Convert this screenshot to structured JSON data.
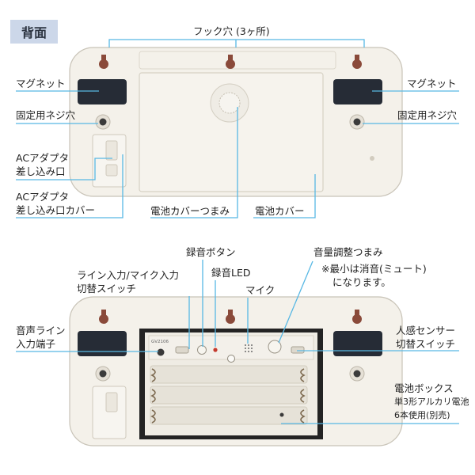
{
  "section_title": "背面",
  "top": {
    "hook_holes": "フック穴 (3ヶ所)",
    "magnet_left": "マグネット",
    "magnet_right": "マグネット",
    "screw_left": "固定用ネジ穴",
    "screw_right": "固定用ネジ穴",
    "ac_port": [
      "ACアダプタ",
      "差し込み口"
    ],
    "ac_cover": [
      "ACアダプタ",
      "差し込み口カバー"
    ],
    "battery_knob": "電池カバーつまみ",
    "battery_cover": "電池カバー"
  },
  "bottom": {
    "rec_button": "録音ボタン",
    "volume_knob": "音量調整つまみ",
    "volume_note": [
      "※最小は消音(ミュート)",
      "になります。"
    ],
    "line_mic_switch": [
      "ライン入力/マイク入力",
      "切替スイッチ"
    ],
    "rec_led": "録音LED",
    "mic": "マイク",
    "audio_line_in": [
      "音声ライン",
      "入力端子"
    ],
    "motion_sensor_switch": [
      "人感センサー",
      "切替スイッチ"
    ],
    "battery_box": [
      "電池ボックス",
      "単3形アルカリ電池",
      "6本使用(別売)"
    ],
    "model_code": "GV2106"
  },
  "colors": {
    "leader": "#58b8e4",
    "badge": "#ccd7e9",
    "hook_hole": "#8a4a3a",
    "magnet": "#262c36"
  }
}
